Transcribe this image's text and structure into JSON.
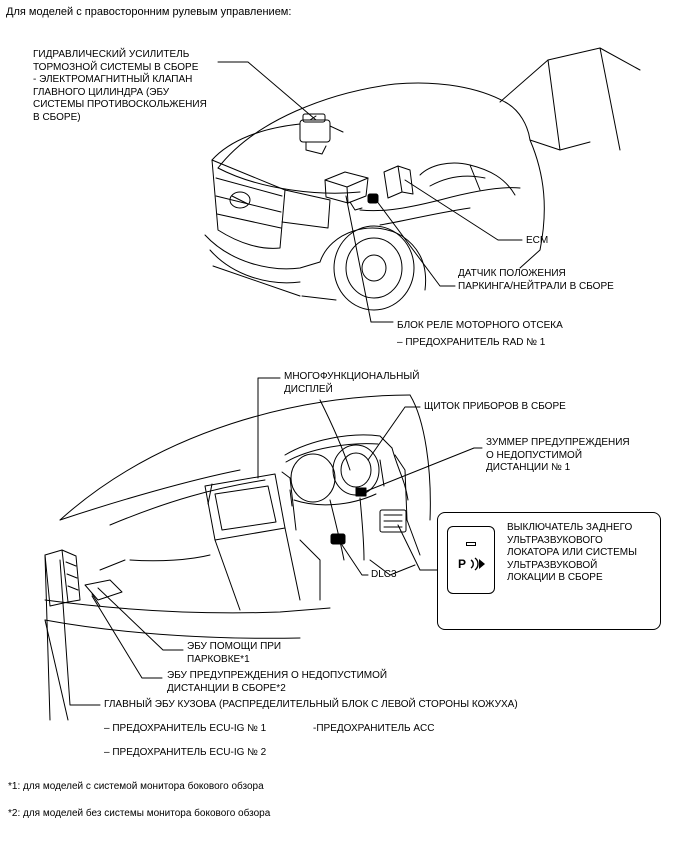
{
  "header": "Для моделей с правосторонним рулевым управлением:",
  "labels": {
    "brake_booster": "ГИДРАВЛИЧЕСКИЙ УСИЛИТЕЛЬ\nТОРМОЗНОЙ СИСТЕМЫ В СБОРЕ\n- ЭЛЕКТРОМАГНИТНЫЙ КЛАПАН\nГЛАВНОГО ЦИЛИНДРА (ЭБУ\nСИСТЕМЫ ПРОТИВОСКОЛЬЖЕНИЯ\nВ СБОРЕ)",
    "ecm": "ECM",
    "park_neutral": "ДАТЧИК ПОЛОЖЕНИЯ\nПАРКИНГА/НЕЙТРАЛИ В СБОРЕ",
    "relay_block": "БЛОК РЕЛЕ МОТОРНОГО ОТСЕКА",
    "fuse_rad": "– ПРЕДОХРАНИТЕЛЬ RAD № 1",
    "multi_display": "МНОГОФУНКЦИОНАЛЬНЫЙ\nДИСПЛЕЙ",
    "combination_meter": "ЩИТОК ПРИБОРОВ В СБОРЕ",
    "buzzer": "ЗУММЕР ПРЕДУПРЕЖДЕНИЯ\nО НЕДОПУСТИМОЙ\nДИСТАНЦИИ № 1",
    "sonar_switch": "ВЫКЛЮЧАТЕЛЬ ЗАДНЕГО\nУЛЬТРАЗВУКОВОГО\nЛОКАТОРА ИЛИ СИСТЕМЫ\nУЛЬТРАЗВУКОВОЙ\nЛОКАЦИИ В СБОРЕ",
    "switch_symbol": "P",
    "dlc3": "DLC3",
    "parking_assist_ecu": "ЭБУ ПОМОЩИ ПРИ\nПАРКОВКЕ*1",
    "clearance_warning_ecu": "ЭБУ ПРЕДУПРЕЖДЕНИЯ О НЕДОПУСТИМОЙ\nДИСТАНЦИИ В СБОРЕ*2",
    "main_body_ecu": "ГЛАВНЫЙ ЭБУ КУЗОВА (РАСПРЕДЕЛИТЕЛЬНЫЙ БЛОК С ЛЕВОЙ СТОРОНЫ КОЖУХА)",
    "fuse_ecu_ig1": "– ПРЕДОХРАНИТЕЛЬ ECU-IG № 1",
    "fuse_acc": "-ПРЕДОХРАНИТЕЛЬ ACC",
    "fuse_ecu_ig2": "– ПРЕДОХРАНИТЕЛЬ ECU-IG № 2"
  },
  "footnotes": {
    "note1": "*1: для моделей с системой монитора бокового обзора",
    "note2": "*2: для моделей без системы монитора бокового обзора"
  }
}
